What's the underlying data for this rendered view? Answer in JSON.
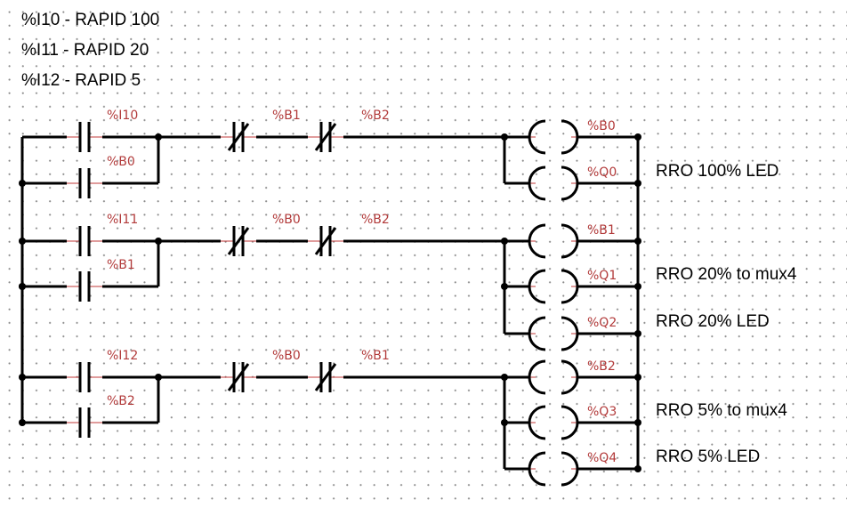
{
  "legend": [
    {
      "text": "%I10 - RAPID 100"
    },
    {
      "text": "%I11 - RAPID 20"
    },
    {
      "text": "%I12 - RAPID 5"
    }
  ],
  "rungs": [
    {
      "id": "rung-100",
      "input_contact": "%I10",
      "latch_contact": "%B0",
      "nc_contacts": [
        "%B1",
        "%B2"
      ],
      "coils": [
        {
          "tag": "%B0",
          "note": ""
        },
        {
          "tag": "%Q0",
          "note": "RRO 100% LED"
        }
      ]
    },
    {
      "id": "rung-20",
      "input_contact": "%I11",
      "latch_contact": "%B1",
      "nc_contacts": [
        "%B0",
        "%B2"
      ],
      "coils": [
        {
          "tag": "%B1",
          "note": ""
        },
        {
          "tag": "%Q1",
          "note": "RRO 20% to mux4"
        },
        {
          "tag": "%Q2",
          "note": "RRO 20% LED"
        }
      ]
    },
    {
      "id": "rung-5",
      "input_contact": "%I12",
      "latch_contact": "%B2",
      "nc_contacts": [
        "%B0",
        "%B1"
      ],
      "coils": [
        {
          "tag": "%B2",
          "note": ""
        },
        {
          "tag": "%Q3",
          "note": "RRO 5% to mux4"
        },
        {
          "tag": "%Q4",
          "note": "RRO 5% LED"
        }
      ]
    }
  ]
}
